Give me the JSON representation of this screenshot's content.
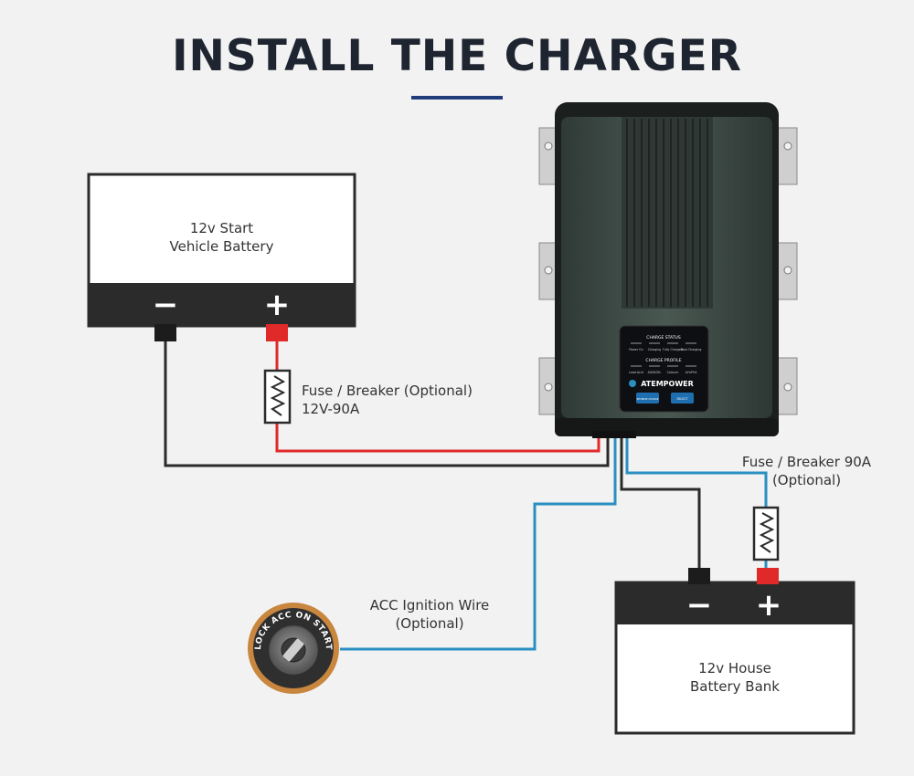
{
  "title": "INSTALL THE CHARGER",
  "start_battery": {
    "line1": "12v Start",
    "line2": "Vehicle Battery",
    "minus": "−",
    "plus": "+"
  },
  "house_battery": {
    "line1": "12v House",
    "line2": "Battery Bank",
    "minus": "−",
    "plus": "+"
  },
  "fuse_start": {
    "line1": "Fuse / Breaker (Optional)",
    "line2": "12V-90A"
  },
  "fuse_house": {
    "line1": "Fuse / Breaker 90A",
    "line2": "(Optional)"
  },
  "acc_wire": {
    "line1": "ACC Ignition Wire",
    "line2": "(Optional)"
  },
  "ignition": {
    "ring_text": "LOCK ACC ON START"
  },
  "charger": {
    "brand": "ATEMPOWER",
    "status_heading": "CHARGE STATUS",
    "status_items": [
      "Power On",
      "Charging",
      "Fully Charged",
      "Boot Charging"
    ],
    "profile_heading": "CHARGE PROFILE",
    "profile_items": [
      "Lead Acid",
      "AGM/GEL",
      "Calcium",
      "LiFePO4"
    ],
    "button_left": "REVERSE CHARGE",
    "button_right": "SELECT"
  },
  "colors": {
    "wire_red": "#e02a2a",
    "wire_black": "#2a2a2a",
    "wire_blue": "#2b8fc2",
    "battery_band": "#2b2b2b",
    "charger_body": "#3f4c47",
    "accent": "#1f3b7a"
  }
}
